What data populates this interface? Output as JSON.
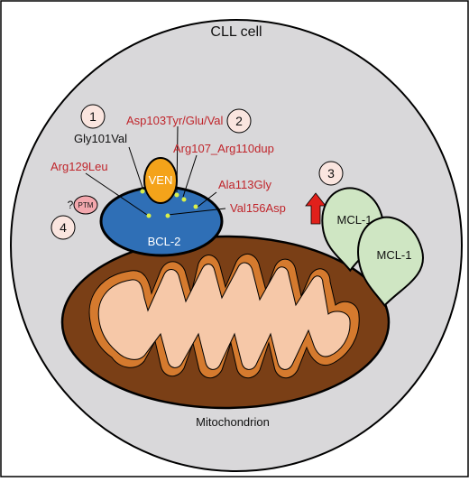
{
  "title": "CLL cell",
  "labels": {
    "mitochondrion": "Mitochondrion",
    "bcl2": "BCL-2",
    "ven": "VEN",
    "mcl1_a": "MCL-1",
    "mcl1_b": "MCL-1",
    "ptm": "PTM",
    "ptm_question": "?"
  },
  "markers": {
    "m1": "1",
    "m2": "2",
    "m3": "3",
    "m4": "4"
  },
  "mutations": {
    "gly101val": "Gly101Val",
    "asp103": "Asp103Tyr/Glu/Val",
    "arg107": "Arg107_Arg110dup",
    "arg129leu": "Arg129Leu",
    "ala113gly": "Ala113Gly",
    "val156asp": "Val156Asp"
  },
  "colors": {
    "cell_fill": "#d9d8da",
    "bcl2_fill": "#2f6fb6",
    "ven_fill": "#f4a31a",
    "mcl1_fill": "#cfe6c3",
    "mito_outer": "#7a3f16",
    "mito_ring": "#d57a2e",
    "mito_inner": "#f6c8a8",
    "marker_fill": "#fae5df",
    "ptm_fill": "#f3a8ae",
    "mutation_red": "#c0252b",
    "arrow_red": "#e0201b"
  }
}
